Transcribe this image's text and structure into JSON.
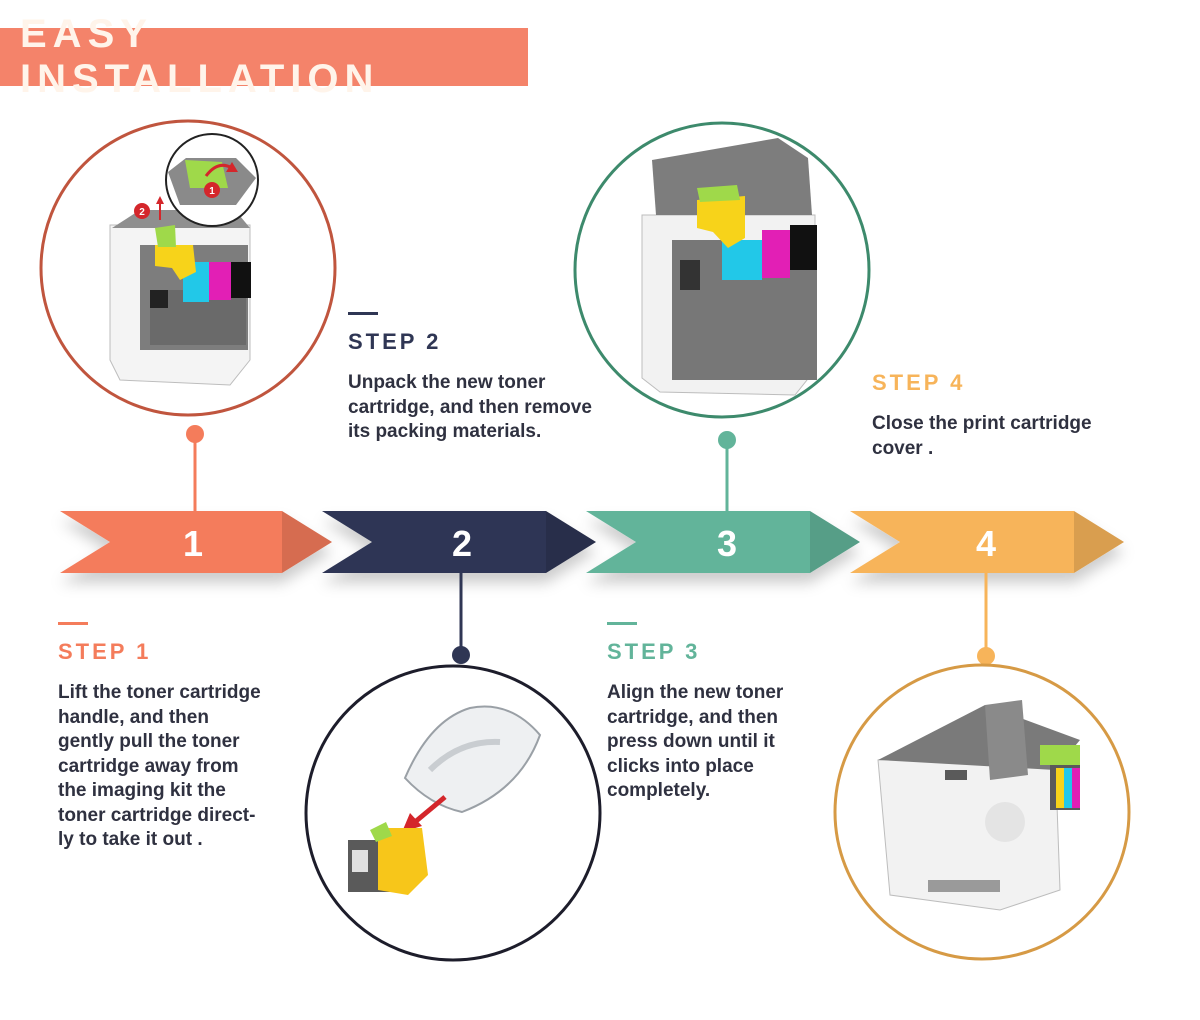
{
  "header": {
    "title": "EASY INSTALLATION"
  },
  "colors": {
    "step1": "#f47c5b",
    "step2": "#2f3654",
    "step3": "#62b49a",
    "step4": "#f7b45a",
    "circle1": "#c0553e",
    "circle2": "#1d1d2b",
    "circle3": "#3d8a6c",
    "circle4": "#d69a45",
    "text": "#2f3140"
  },
  "steps": [
    {
      "number": "1",
      "title": "STEP 1",
      "lines": [
        "Lift the toner cartridge",
        "handle, and then",
        "gently pull the toner",
        "cartridge away from",
        "the imaging kit the",
        "toner cartridge direct-",
        "ly to take it out ."
      ]
    },
    {
      "number": "2",
      "title": "STEP 2",
      "lines": [
        "Unpack the new toner",
        "cartridge, and then remove",
        "its packing materials."
      ]
    },
    {
      "number": "3",
      "title": "STEP 3",
      "lines": [
        "Align the new toner",
        "cartridge, and then",
        "press down until it",
        "clicks into place",
        "completely."
      ]
    },
    {
      "number": "4",
      "title": "STEP 4",
      "lines": [
        "Close the print cartridge",
        "cover ."
      ]
    }
  ],
  "illustration": {
    "callout_numbers": [
      "1",
      "2"
    ]
  }
}
